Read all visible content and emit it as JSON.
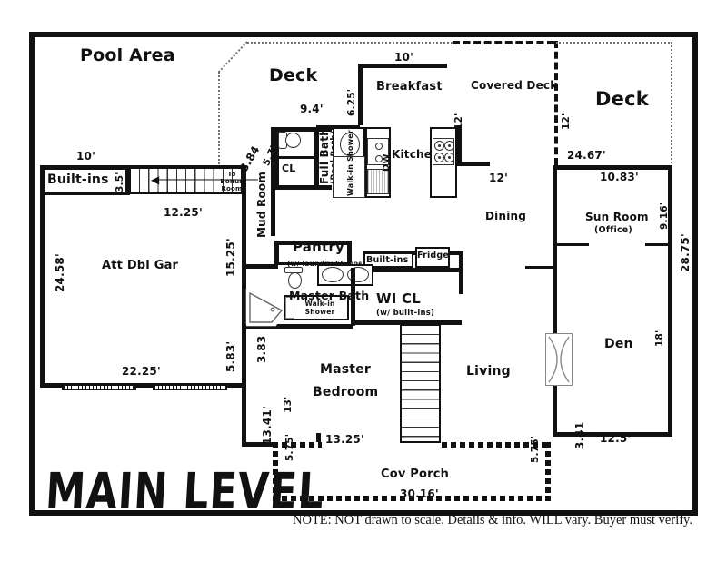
{
  "title": "MAIN LEVEL",
  "note": "NOTE: NOT drawn to scale.  Details & info. WILL vary.  Buyer must verify.",
  "rooms": {
    "pool_area": "Pool Area",
    "deck_left": "Deck",
    "breakfast": "Breakfast",
    "covered_deck": "Covered Deck",
    "deck_right": "Deck",
    "kitchen": "Kitchen",
    "full_bath": "Full Bath",
    "full_bath_sub": "(Pool Bath)",
    "closet": "CL",
    "mud_room": "Mud Room",
    "built_ins_garage": "Built-ins",
    "to_bonus_room": "To Bonus Room",
    "garage": "Att Dbl Gar",
    "dining": "Dining",
    "sun_room": "Sun Room",
    "sun_room_sub": "(Office)",
    "pantry": "Pantry",
    "pantry_sub": "(w/ laundry hk-ups)",
    "built_ins_kitchen": "Built-ins",
    "fridge": "Fridge",
    "master_bath": "Master Bath",
    "walk_in_shower_master": "Walk-in Shower",
    "walk_in_shower_bath": "Walk-in Shower",
    "wi_cl": "WI CL",
    "wi_cl_sub": "(w/ built-ins)",
    "master_bedroom_1": "Master",
    "master_bedroom_2": "Bedroom",
    "living": "Living",
    "den": "Den",
    "cov_porch": "Cov Porch",
    "dishwasher": "DW"
  },
  "dimensions": {
    "garage_top": "10'",
    "built_ins_depth": "3.5'",
    "stair_run": "12.25'",
    "mud_w": "3.84",
    "bath_h": "5.75'",
    "bath_w": "9.4'",
    "breakfast_side": "6.25'",
    "breakfast_top": "10'",
    "covered_deck_h": "12'",
    "covered_deck_w": "12'",
    "deck_right_h": "12'",
    "deck_right_w": "24.67'",
    "sun_room_w": "10.83'",
    "sun_room_h": "9.16'",
    "right_overall": "28.75'",
    "den_h": "18'",
    "den_w": "12.5'",
    "den_step": "3.41",
    "garage_left": "24.58'",
    "garage_bottom": "22.25'",
    "mud_run": "15.25'",
    "bath_run": "5.83'",
    "master_offset": "3.83",
    "master_left": "13.41'",
    "master_h": "13'",
    "master_w": "13.25'",
    "porch_h_left": "5.75'",
    "porch_h_right": "5.75'",
    "porch_w": "30.16'"
  }
}
